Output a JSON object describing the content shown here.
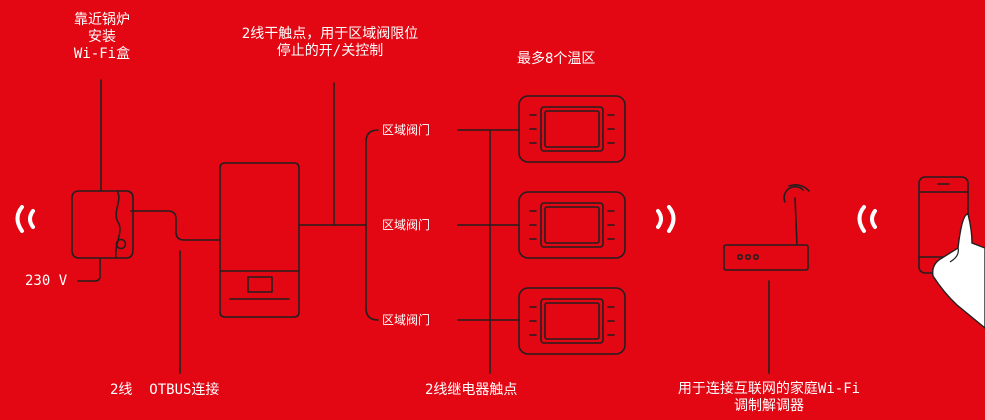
{
  "colors": {
    "background": "#e30613",
    "line": "#231f20",
    "text": "#ffffff",
    "hand": "#ffffff"
  },
  "labels": {
    "wifi_box": [
      "靠近锅炉",
      "安装",
      "Wi-Fi盒"
    ],
    "dry_contact": [
      "2线干触点，用于区域阀限位",
      "停止的开/关控制"
    ],
    "max_zones": "最多8个温区",
    "zone_valve": "区域阀门",
    "voltage": "230 V",
    "otbus": "2线  OTBUS连接",
    "relay": "2线继电器触点",
    "modem": [
      "用于连接互联网的家庭Wi-Fi",
      "调制解调器"
    ]
  },
  "icons": [
    "wifi-box-icon",
    "boiler-icon",
    "thermostat-icon",
    "router-icon",
    "smartphone-icon",
    "hand-icon",
    "signal-wave-icon"
  ]
}
